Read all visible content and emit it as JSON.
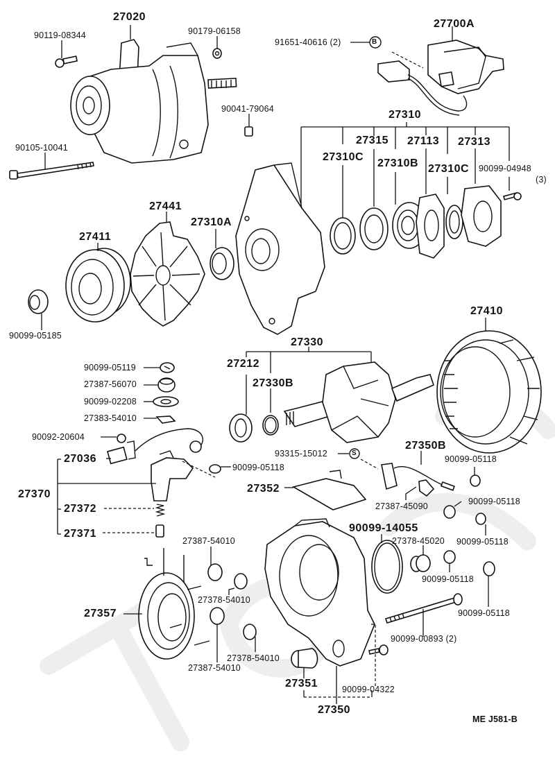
{
  "diagram": {
    "title_code": "ME J581-B",
    "watermark": "Toyota",
    "labels": {
      "p27020": "27020",
      "p90119_08344": "90119-08344",
      "p90179_06158": "90179-06158",
      "p90041_79064": "90041-79064",
      "p90105_10041": "90105-10041",
      "p27700A": "27700A",
      "p91651_40616": "91651-40616 (2)",
      "ref_b": "B",
      "p27310": "27310",
      "p27315": "27315",
      "p27113": "27113",
      "p27313": "27313",
      "p27310C_1": "27310C",
      "p27310B": "27310B",
      "p27310C_2": "27310C",
      "p90099_04948": "90099-04948",
      "p90099_04948_qty": "(3)",
      "p27441": "27441",
      "p27411": "27411",
      "p27310A": "27310A",
      "p90099_05185": "90099-05185",
      "p27410": "27410",
      "p27330": "27330",
      "p27212": "27212",
      "p27330B": "27330B",
      "p90099_05119": "90099-05119",
      "p27387_56070": "27387-56070",
      "p90099_02208": "90099-02208",
      "p27383_54010": "27383-54010",
      "p90092_20604": "90092-20604",
      "p27036": "27036",
      "p90099_05118_a": "90099-05118",
      "p27370": "27370",
      "p27372": "27372",
      "p27371": "27371",
      "p93315_15012": "93315-15012",
      "ref_s": "S",
      "p27350B": "27350B",
      "p90099_05118_b": "90099-05118",
      "p27352": "27352",
      "p27387_45090": "27387-45090",
      "p90099_05118_c": "90099-05118",
      "p90099_14055": "90099-14055",
      "p27378_45020": "27378-45020",
      "p90099_05118_d": "90099-05118",
      "p90099_05118_e": "90099-05118",
      "p90099_05118_f": "90099-05118",
      "p27387_54010_a": "27387-54010",
      "p27378_54010_a": "27378-54010",
      "p27357": "27357",
      "p27387_54010_b": "27387-54010",
      "p27378_54010_b": "27378-54010",
      "p90099_00893": "90099-00893 (2)",
      "p27351": "27351",
      "p90099_04322": "90099-04322",
      "p27350": "27350"
    }
  }
}
